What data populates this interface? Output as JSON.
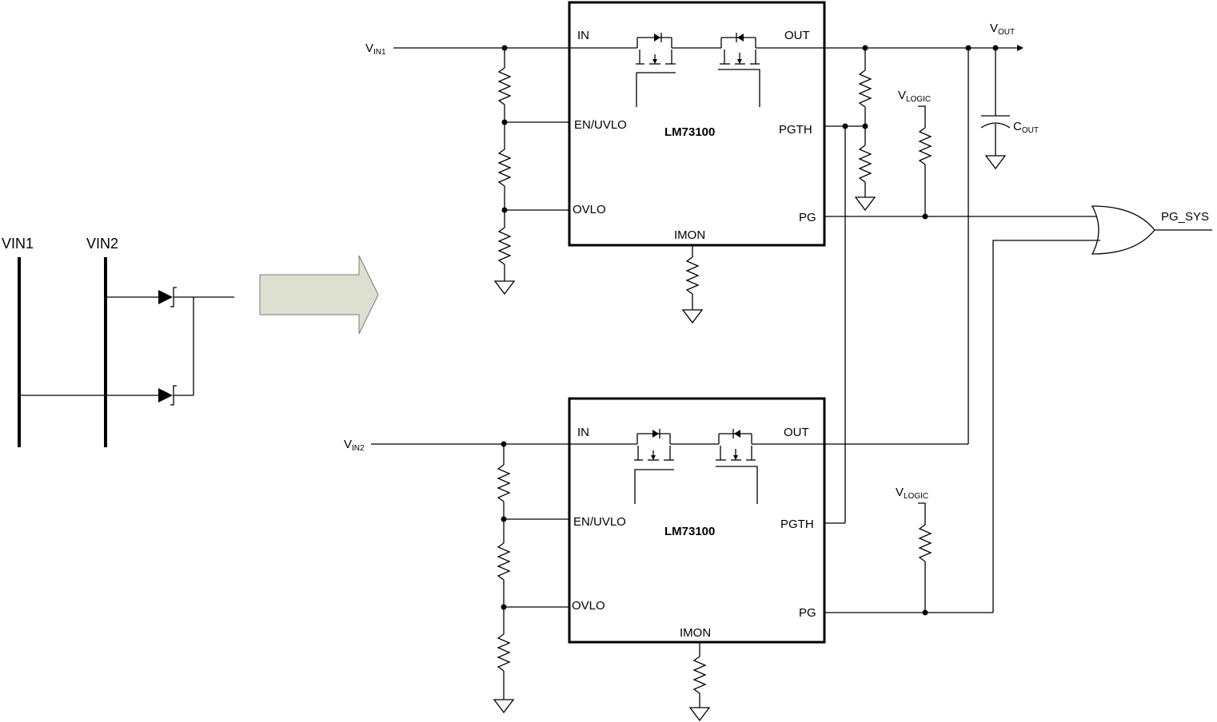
{
  "left_rails": {
    "vin1_label": "VIN1",
    "vin2_label": "VIN2"
  },
  "upper_chip": {
    "name": "LM73100",
    "pins": {
      "in": "IN",
      "out": "OUT",
      "en_uvlo": "EN/UVLO",
      "ovlo": "OVLO",
      "pgth": "PGTH",
      "pg": "PG",
      "imon": "IMON"
    },
    "vin_label": {
      "main": "V",
      "sub": "IN1"
    }
  },
  "lower_chip": {
    "name": "LM73100",
    "pins": {
      "in": "IN",
      "out": "OUT",
      "en_uvlo": "EN/UVLO",
      "ovlo": "OVLO",
      "pgth": "PGTH",
      "pg": "PG",
      "imon": "IMON"
    },
    "vin_label": {
      "main": "V",
      "sub": "IN2"
    }
  },
  "vout_label": {
    "main": "V",
    "sub": "OUT"
  },
  "cout_label": {
    "main": "C",
    "sub": "OUT"
  },
  "vlogic_upper": {
    "main": "V",
    "sub": "LOGIC"
  },
  "vlogic_lower": {
    "main": "V",
    "sub": "LOGIC"
  },
  "output_label": "PG_SYS",
  "arrow_fill_color": "#dde0d0"
}
